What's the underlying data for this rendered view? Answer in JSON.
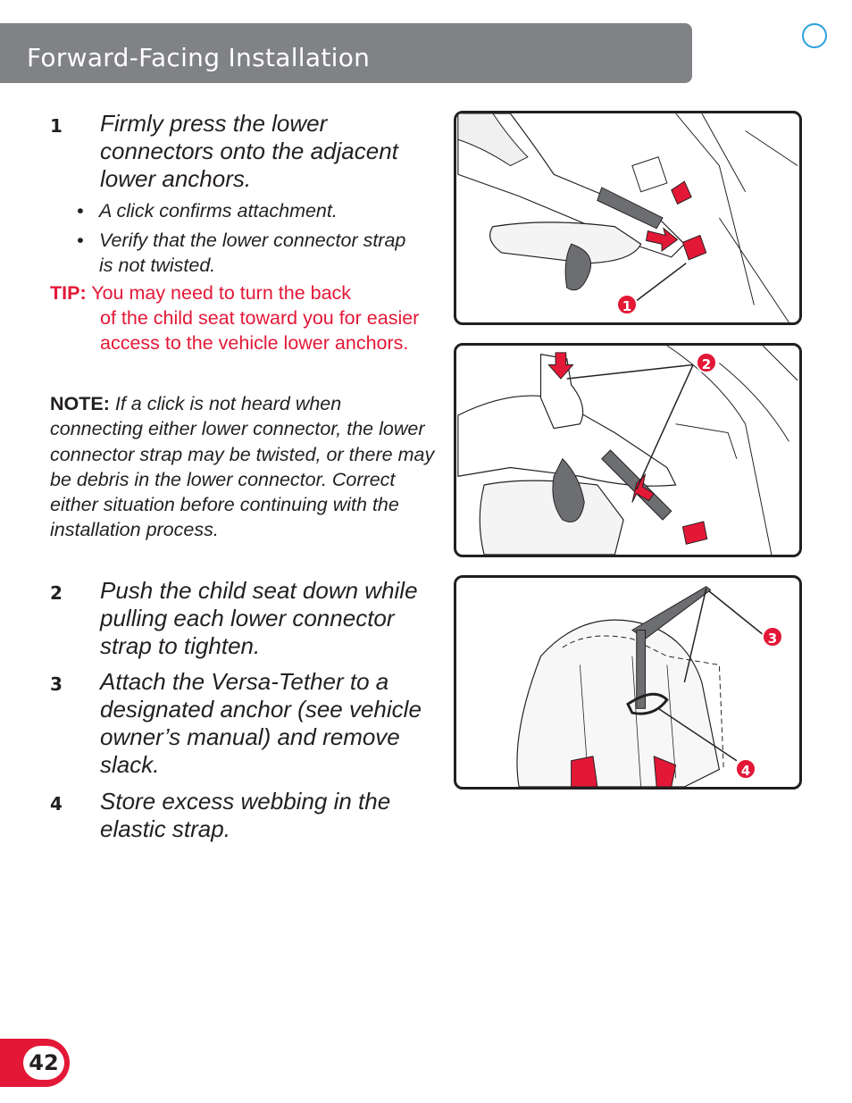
{
  "header": {
    "title": "Forward-Facing Installation"
  },
  "steps": [
    {
      "number": "1",
      "text": "Firmly press the lower connectors onto the adjacent lower anchors."
    },
    {
      "number": "2",
      "text": "Push the child seat down while pulling each lower connector strap to tighten."
    },
    {
      "number": "3",
      "text": "Attach the Versa-Tether to a designated anchor (see vehicle owner’s manual) and remove slack."
    },
    {
      "number": "4",
      "text": "Store excess webbing in the elastic strap."
    }
  ],
  "bullets": [
    {
      "symbol": "•",
      "text": "A click confirms attachment."
    },
    {
      "symbol": "•",
      "text": "Verify that the lower connector strap is not twisted."
    }
  ],
  "tip": {
    "label": "TIP:",
    "line1": "You may need to turn the back",
    "rest": "of the child seat toward you for easier access to the vehicle lower anchors."
  },
  "note": {
    "label": "NOTE:",
    "text": "If a click is not heard when connecting either lower connector, the lower connector strap may be twisted, or there may be debris in the lower connector. Correct either situation before continuing with the installation process."
  },
  "callouts": [
    "1",
    "2",
    "3",
    "4"
  ],
  "page_number": "42",
  "colors": {
    "accent": "#e31837",
    "header_bg": "#808285",
    "corner_circle": "#2aa0dc",
    "strap": "#6d6e71"
  }
}
